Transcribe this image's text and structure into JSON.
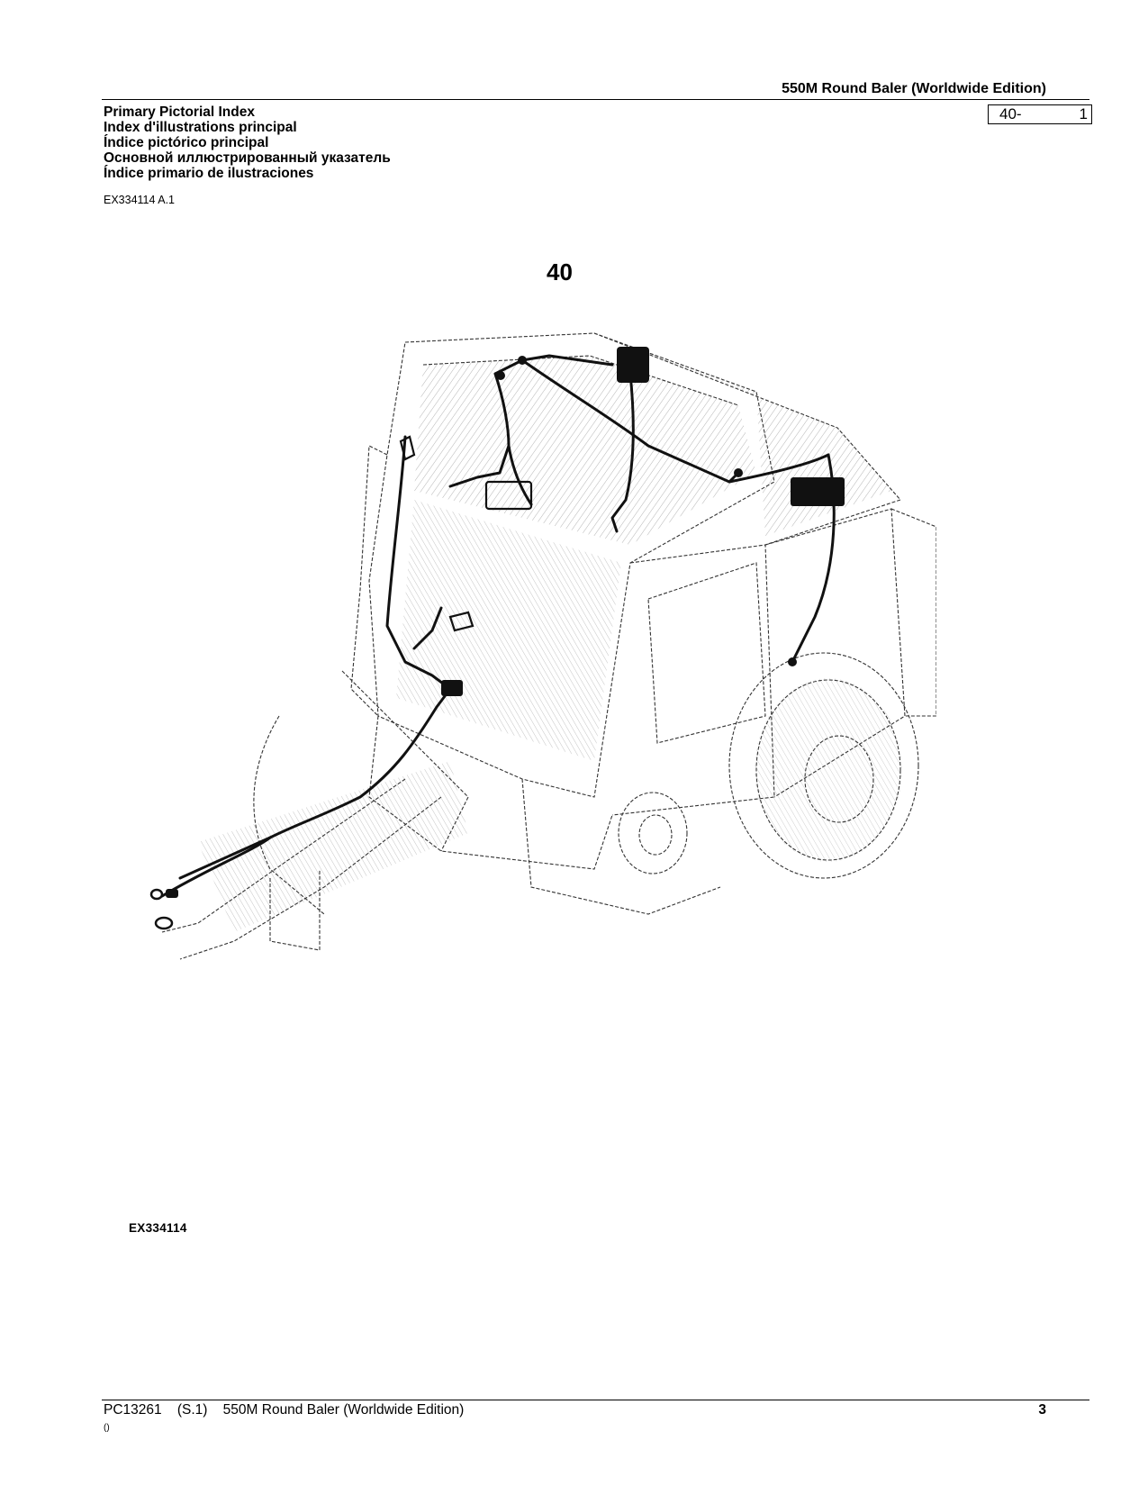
{
  "header": {
    "doc_title": "550M Round Baler (Worldwide Edition)",
    "section": "40-",
    "page_in_section": "1"
  },
  "titles": [
    "Primary Pictorial Index",
    "Index d'illustrations principal",
    "Índice pictórico principal",
    "Основной иллюстрированный указатель",
    "Índice primario de ilustraciones"
  ],
  "reference": "EX334114 A.1",
  "figure": {
    "group_number": "40",
    "illustration_id": "EX334114"
  },
  "footer": {
    "text": "PC13261    (S.1)    550M Round Baler (Worldwide Edition)",
    "page_number": "3",
    "sub": "()"
  }
}
